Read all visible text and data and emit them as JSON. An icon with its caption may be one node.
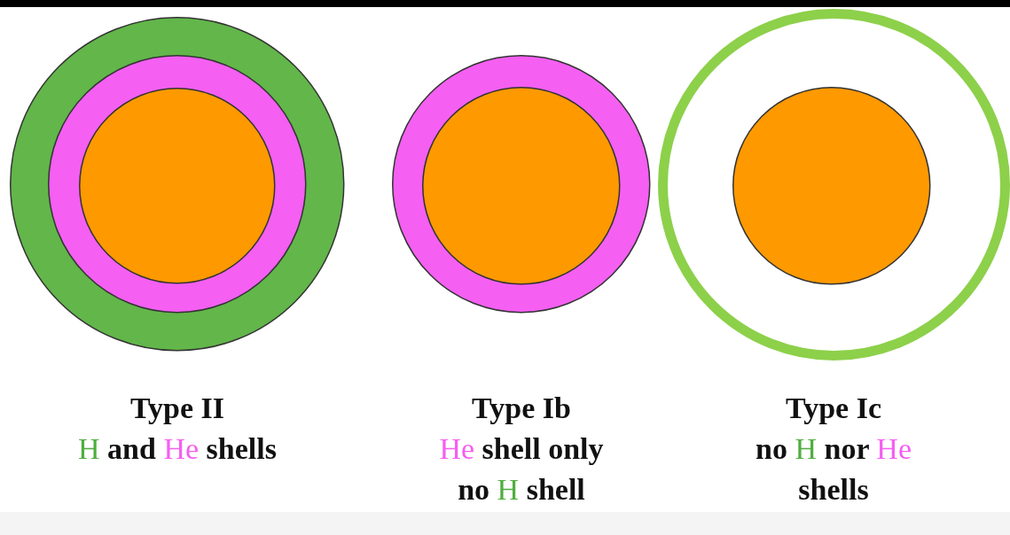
{
  "diagram": {
    "nodes": [
      {
        "text": [],
        "shape": "circle",
        "beside": [
          "Type II",
          "H and He shells"
        ]
      },
      {
        "text": [],
        "shape": "circle",
        "in": 0
      },
      {
        "text": [],
        "shape": "circle",
        "in": 1
      },
      {
        "text": [],
        "shape": "circle",
        "beside": [
          "Type Ib",
          "He shell only",
          "no H shell"
        ]
      },
      {
        "text": [],
        "shape": "circle",
        "in": 3
      },
      {
        "text": [],
        "shape": "circle",
        "beside": [
          "Type Ic",
          "no H nor He shells"
        ]
      },
      {
        "text": [],
        "shape": "circle",
        "in": 5
      }
    ]
  }
}
